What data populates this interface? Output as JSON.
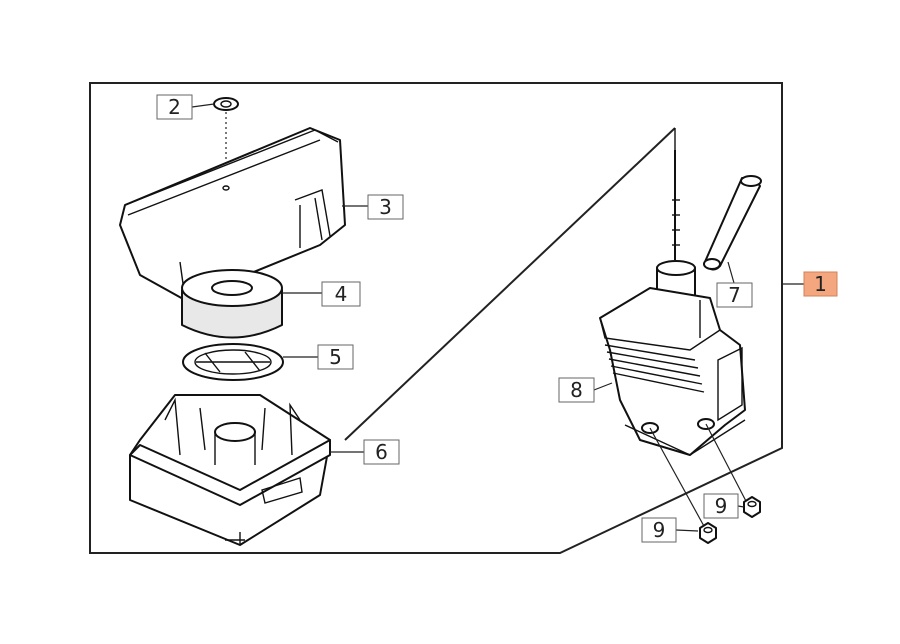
{
  "callouts": [
    {
      "id": "1",
      "text": "1",
      "highlight": true
    },
    {
      "id": "2",
      "text": "2"
    },
    {
      "id": "3",
      "text": "3"
    },
    {
      "id": "4",
      "text": "4"
    },
    {
      "id": "5",
      "text": "5"
    },
    {
      "id": "6",
      "text": "6"
    },
    {
      "id": "7",
      "text": "7"
    },
    {
      "id": "8",
      "text": "8"
    },
    {
      "id": "9a",
      "text": "9"
    },
    {
      "id": "9b",
      "text": "9"
    }
  ],
  "colors": {
    "highlight": "#f4a77f",
    "line": "#222222"
  }
}
